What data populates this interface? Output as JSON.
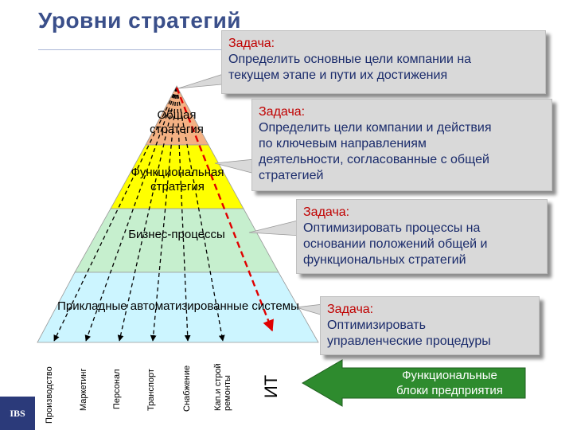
{
  "title": "Уровни стратегий",
  "pyramid": {
    "levels": [
      {
        "label": "Общая\nстратегия",
        "color": "#f4b183"
      },
      {
        "label": "Функциональная\nстратегия",
        "color": "#ffff00"
      },
      {
        "label": "Бизнес-процессы",
        "color": "#c6efce"
      },
      {
        "label": "Прикладные автоматизированные системы",
        "color": "#ccf5ff"
      }
    ],
    "functional_blocks": [
      "Производство",
      "Маркетинг",
      "Персонал",
      "Транспорт",
      "Снабжение",
      "Кап.и строй\nремонты"
    ],
    "it_label": "ИТ"
  },
  "callouts": [
    {
      "head": "Задача:",
      "body": "Определить основные цели компании на\nтекущем этапе и пути их достижения"
    },
    {
      "head": "Задача:",
      "body": "Определить цели компании  и действия\nпо ключевым направлениям\nдеятельности, согласованные с общей\nстратегией"
    },
    {
      "head": "Задача:",
      "body": "Оптимизировать процессы на\nосновании положений общей и\nфункциональных стратегий"
    },
    {
      "head": "Задача:",
      "body": "Оптимизировать\nуправленческие процедуры"
    }
  ],
  "blocks_arrow_label": "Функциональные\nблоки предприятия",
  "logo_text": "IBS",
  "colors": {
    "title": "#3a4f8a",
    "task_head": "#c00000",
    "task_text": "#1a2b6b",
    "callout_bg": "#d9d9d9",
    "arrow_green": "#2e8b2e",
    "it_arrow": "#e00000"
  }
}
